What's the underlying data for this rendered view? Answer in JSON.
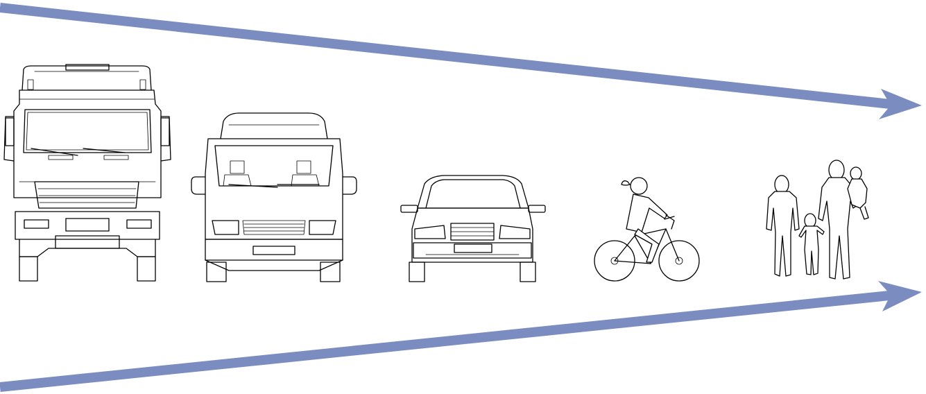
{
  "colors": {
    "arrow": "#7b8cc0",
    "line": "#000000",
    "background": "#ffffff"
  },
  "diagram": {
    "arrows": [
      {
        "name": "top-arrow",
        "direction": "right"
      },
      {
        "name": "bottom-arrow",
        "direction": "right"
      }
    ],
    "figures": [
      {
        "name": "truck",
        "icon": "truck-front-icon"
      },
      {
        "name": "van",
        "icon": "van-front-icon"
      },
      {
        "name": "car",
        "icon": "car-front-icon"
      },
      {
        "name": "cyclist",
        "icon": "cyclist-icon"
      },
      {
        "name": "pedestrians",
        "icon": "family-pedestrians-icon"
      }
    ]
  }
}
